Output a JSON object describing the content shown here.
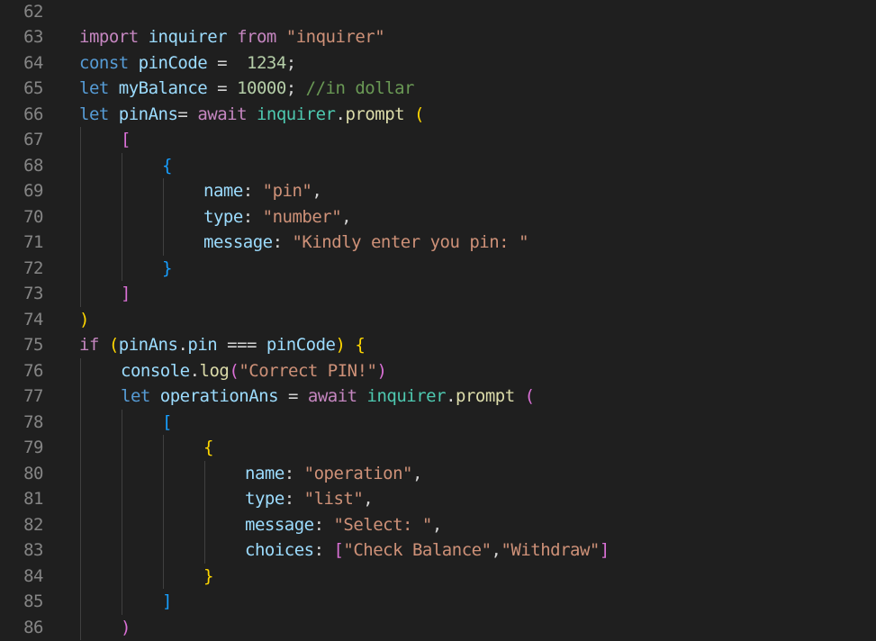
{
  "colors": {
    "background": "#1f1f1f",
    "line_number": "#858585",
    "keyword_control": "#c586c0",
    "keyword_storage": "#569cd6",
    "variable": "#9cdcfe",
    "class": "#4ec9b0",
    "function": "#dcdcaa",
    "string": "#ce9178",
    "number": "#b5cea8",
    "comment": "#6a9955",
    "bracket_level_1": "#ffd700",
    "bracket_level_2": "#da70d6",
    "bracket_level_3": "#179fff"
  },
  "lines": [
    {
      "num": "62",
      "indent": 0,
      "tokens": []
    },
    {
      "num": "63",
      "indent": 0,
      "tokens": [
        {
          "t": "import",
          "c": "kw"
        },
        {
          "t": " "
        },
        {
          "t": "inquirer",
          "c": "var"
        },
        {
          "t": " "
        },
        {
          "t": "from",
          "c": "kw"
        },
        {
          "t": " "
        },
        {
          "t": "\"inquirer\"",
          "c": "str"
        }
      ]
    },
    {
      "num": "64",
      "indent": 0,
      "tokens": [
        {
          "t": "const",
          "c": "st"
        },
        {
          "t": " "
        },
        {
          "t": "pinCode",
          "c": "var"
        },
        {
          "t": " = ",
          "c": "op"
        },
        {
          "t": " 1234",
          "c": "num"
        },
        {
          "t": ";",
          "c": "op"
        }
      ]
    },
    {
      "num": "65",
      "indent": 0,
      "tokens": [
        {
          "t": "let",
          "c": "st"
        },
        {
          "t": " "
        },
        {
          "t": "myBalance",
          "c": "var"
        },
        {
          "t": " = ",
          "c": "op"
        },
        {
          "t": "10000",
          "c": "num"
        },
        {
          "t": "; ",
          "c": "op"
        },
        {
          "t": "//in dollar",
          "c": "com"
        }
      ]
    },
    {
      "num": "66",
      "indent": 0,
      "tokens": [
        {
          "t": "let",
          "c": "st"
        },
        {
          "t": " "
        },
        {
          "t": "pinAns",
          "c": "var"
        },
        {
          "t": "= ",
          "c": "op"
        },
        {
          "t": "await",
          "c": "kw"
        },
        {
          "t": " "
        },
        {
          "t": "inquirer",
          "c": "cls"
        },
        {
          "t": ".",
          "c": "op"
        },
        {
          "t": "prompt",
          "c": "fn"
        },
        {
          "t": " "
        },
        {
          "t": "(",
          "c": "b1"
        }
      ]
    },
    {
      "num": "67",
      "indent": 1,
      "tokens": [
        {
          "t": "[",
          "c": "b2"
        }
      ]
    },
    {
      "num": "68",
      "indent": 2,
      "tokens": [
        {
          "t": "{",
          "c": "b3"
        }
      ]
    },
    {
      "num": "69",
      "indent": 3,
      "tokens": [
        {
          "t": "name",
          "c": "var"
        },
        {
          "t": ": ",
          "c": "op"
        },
        {
          "t": "\"pin\"",
          "c": "str"
        },
        {
          "t": ",",
          "c": "op"
        }
      ]
    },
    {
      "num": "70",
      "indent": 3,
      "tokens": [
        {
          "t": "type",
          "c": "var"
        },
        {
          "t": ": ",
          "c": "op"
        },
        {
          "t": "\"number\"",
          "c": "str"
        },
        {
          "t": ",",
          "c": "op"
        }
      ]
    },
    {
      "num": "71",
      "indent": 3,
      "tokens": [
        {
          "t": "message",
          "c": "var"
        },
        {
          "t": ": ",
          "c": "op"
        },
        {
          "t": "\"Kindly enter you pin: \"",
          "c": "str"
        }
      ]
    },
    {
      "num": "72",
      "indent": 2,
      "tokens": [
        {
          "t": "}",
          "c": "b3"
        }
      ]
    },
    {
      "num": "73",
      "indent": 1,
      "tokens": [
        {
          "t": "]",
          "c": "b2"
        }
      ]
    },
    {
      "num": "74",
      "indent": 0,
      "tokens": [
        {
          "t": ")",
          "c": "b1"
        }
      ]
    },
    {
      "num": "75",
      "indent": 0,
      "tokens": [
        {
          "t": "if",
          "c": "kw"
        },
        {
          "t": " "
        },
        {
          "t": "(",
          "c": "b1"
        },
        {
          "t": "pinAns",
          "c": "var"
        },
        {
          "t": ".",
          "c": "op"
        },
        {
          "t": "pin",
          "c": "var"
        },
        {
          "t": " === ",
          "c": "op"
        },
        {
          "t": "pinCode",
          "c": "var"
        },
        {
          "t": ")",
          "c": "b1"
        },
        {
          "t": " "
        },
        {
          "t": "{",
          "c": "b1"
        }
      ]
    },
    {
      "num": "76",
      "indent": 1,
      "tokens": [
        {
          "t": "console",
          "c": "var"
        },
        {
          "t": ".",
          "c": "op"
        },
        {
          "t": "log",
          "c": "fn"
        },
        {
          "t": "(",
          "c": "b2"
        },
        {
          "t": "\"Correct PIN!\"",
          "c": "str"
        },
        {
          "t": ")",
          "c": "b2"
        }
      ]
    },
    {
      "num": "77",
      "indent": 1,
      "tokens": [
        {
          "t": "let",
          "c": "st"
        },
        {
          "t": " "
        },
        {
          "t": "operationAns",
          "c": "var"
        },
        {
          "t": " = ",
          "c": "op"
        },
        {
          "t": "await",
          "c": "kw"
        },
        {
          "t": " "
        },
        {
          "t": "inquirer",
          "c": "cls"
        },
        {
          "t": ".",
          "c": "op"
        },
        {
          "t": "prompt",
          "c": "fn"
        },
        {
          "t": " "
        },
        {
          "t": "(",
          "c": "b2"
        }
      ]
    },
    {
      "num": "78",
      "indent": 2,
      "tokens": [
        {
          "t": "[",
          "c": "b3"
        }
      ]
    },
    {
      "num": "79",
      "indent": 3,
      "tokens": [
        {
          "t": "{",
          "c": "b1"
        }
      ]
    },
    {
      "num": "80",
      "indent": 4,
      "tokens": [
        {
          "t": "name",
          "c": "var"
        },
        {
          "t": ": ",
          "c": "op"
        },
        {
          "t": "\"operation\"",
          "c": "str"
        },
        {
          "t": ",",
          "c": "op"
        }
      ]
    },
    {
      "num": "81",
      "indent": 4,
      "tokens": [
        {
          "t": "type",
          "c": "var"
        },
        {
          "t": ": ",
          "c": "op"
        },
        {
          "t": "\"list\"",
          "c": "str"
        },
        {
          "t": ",",
          "c": "op"
        }
      ]
    },
    {
      "num": "82",
      "indent": 4,
      "tokens": [
        {
          "t": "message",
          "c": "var"
        },
        {
          "t": ": ",
          "c": "op"
        },
        {
          "t": "\"Select: \"",
          "c": "str"
        },
        {
          "t": ",",
          "c": "op"
        }
      ]
    },
    {
      "num": "83",
      "indent": 4,
      "tokens": [
        {
          "t": "choices",
          "c": "var"
        },
        {
          "t": ": ",
          "c": "op"
        },
        {
          "t": "[",
          "c": "b2"
        },
        {
          "t": "\"Check Balance\"",
          "c": "str"
        },
        {
          "t": ",",
          "c": "op"
        },
        {
          "t": "\"Withdraw\"",
          "c": "str"
        },
        {
          "t": "]",
          "c": "b2"
        }
      ]
    },
    {
      "num": "84",
      "indent": 3,
      "tokens": [
        {
          "t": "}",
          "c": "b1"
        }
      ]
    },
    {
      "num": "85",
      "indent": 2,
      "tokens": [
        {
          "t": "]",
          "c": "b3"
        }
      ]
    },
    {
      "num": "86",
      "indent": 1,
      "tokens": [
        {
          "t": ")",
          "c": "b2"
        }
      ]
    }
  ]
}
